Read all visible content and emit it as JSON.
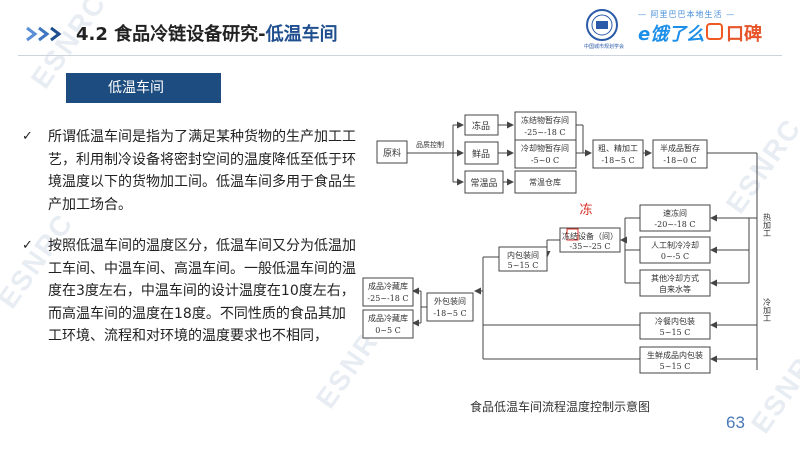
{
  "header": {
    "title_prefix": "4.2 食品冷链设备研究-",
    "title_highlight": "低温车间",
    "seal_text": "中国城市规划学会",
    "slogan": "— 阿里巴巴本地生活 —",
    "brand_ele": "e饿了么",
    "brand_koubei": "口碑"
  },
  "watermark": "ESNRC",
  "section_label": "低温车间",
  "bullets": [
    "所谓低温车间是指为了满足某种货物的生产加工工艺，利用制冷设备将密封空间的温度降低至低于环境温度以下的货物加工间。低温车间多用于食品生产加工场合。",
    "按照低温车间的温度区分，低温车间又分为低温加工车间、中温车间、高温车间。一般低温车间的温度在3度左右，中温车间的设计温度在10度左右，而高温车间的温度在18度。不同性质的食品其加工环境、流程和对环境的温度要求也不相同，"
  ],
  "diagram": {
    "raw": "原料",
    "quality_ctrl": "品质控制",
    "frozen": "冻品",
    "fresh": "鲜品",
    "ambient": "常温品",
    "frozen_store": [
      "冻结物暂存间",
      "-25~-18 C"
    ],
    "chill_store": [
      "冷却物暂存间",
      "-5~0 C"
    ],
    "ambient_store": "常温仓库",
    "processing": [
      "粗、精加工",
      "-18~5 C"
    ],
    "semi_store": [
      "半成品暂存",
      "-18~0 C"
    ],
    "handwritten": "冻",
    "freeze_device": [
      "冻结设备（间）",
      "-35~-25 C"
    ],
    "quick_freeze": [
      "速冻间",
      "-20~-18 C"
    ],
    "artificial_cool": [
      "人工制冷冷却",
      "0~-5 C"
    ],
    "other_cool": [
      "其他冷却方式",
      "自来水等"
    ],
    "hot_processing": "热加工",
    "cold_processing": "冷加工",
    "inner_pack": [
      "内包装间",
      "5~15 C"
    ],
    "outer_pack": [
      "外包装间",
      "-18~5 C"
    ],
    "finished_cold": [
      "成品冷藏库",
      "-25~-18 C"
    ],
    "finished_chill": [
      "成品冷藏库",
      "0~5 C"
    ],
    "meal_pack": [
      "冷餐内包装",
      "5~15 C"
    ],
    "fresh_pack": [
      "生鲜成品内包装",
      "5~15 C"
    ]
  },
  "caption": "食品低温车间流程温度控制示意图",
  "page_number": "63",
  "colors": {
    "accent": "#1c4c80",
    "title_highlight": "#1f4f8f",
    "handwritten": "#d93025"
  }
}
